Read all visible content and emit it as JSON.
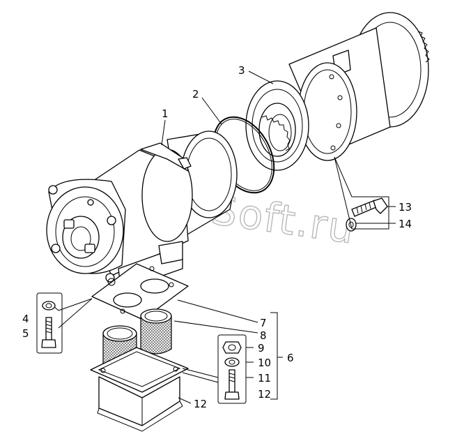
{
  "watermark": "AutoSoft.ru",
  "callouts": [
    {
      "id": "c1",
      "text": "1"
    },
    {
      "id": "c2",
      "text": "2"
    },
    {
      "id": "c3",
      "text": "3"
    },
    {
      "id": "c4",
      "text": "4"
    },
    {
      "id": "c5",
      "text": "5"
    },
    {
      "id": "c6",
      "text": "6"
    },
    {
      "id": "c7",
      "text": "7"
    },
    {
      "id": "c8",
      "text": "8"
    },
    {
      "id": "c9",
      "text": "9"
    },
    {
      "id": "c10",
      "text": "10"
    },
    {
      "id": "c11",
      "text": "11"
    },
    {
      "id": "c12a",
      "text": "12"
    },
    {
      "id": "c12b",
      "text": "12"
    },
    {
      "id": "c13",
      "text": "13"
    },
    {
      "id": "c14",
      "text": "14"
    }
  ]
}
